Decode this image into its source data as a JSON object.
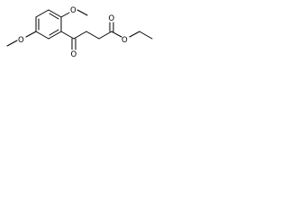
{
  "molecule": {
    "atoms": {
      "methoxy_oxygen_top": "O",
      "methoxy_oxygen_left": "O",
      "ketone_oxygen": "O",
      "ester_carbonyl_oxygen": "O",
      "ester_ether_oxygen": "O"
    },
    "colors": {
      "bond": "#000000",
      "label": "#000000",
      "background": "#ffffff"
    }
  }
}
